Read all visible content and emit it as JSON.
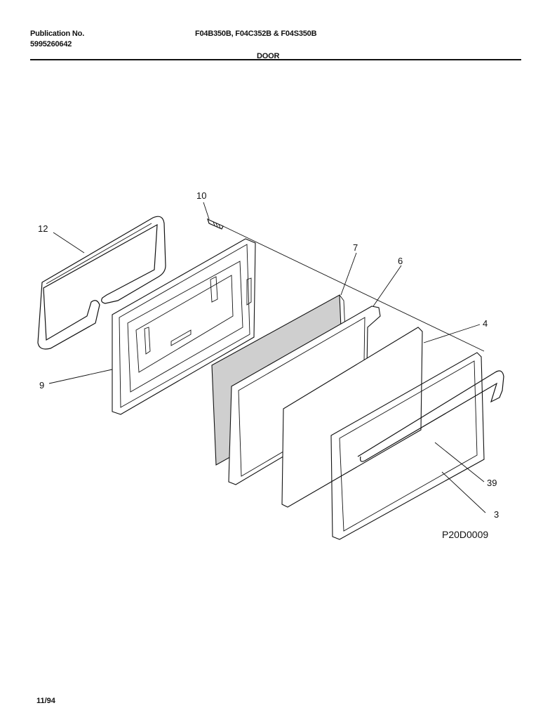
{
  "header": {
    "publication_label": "Publication No.",
    "publication_number": "5995260642",
    "models": "F04B350B, F04C352B & F04S350B",
    "section_title": "DOOR"
  },
  "diagram": {
    "drawing_code": "P20D0009",
    "callouts": {
      "gasket": "12",
      "screw": "10",
      "insulation": "7",
      "liner": "6",
      "glass": "4",
      "door_frame": "9",
      "handle": "39",
      "trim": "3"
    }
  },
  "footer": {
    "date": "11/94"
  }
}
